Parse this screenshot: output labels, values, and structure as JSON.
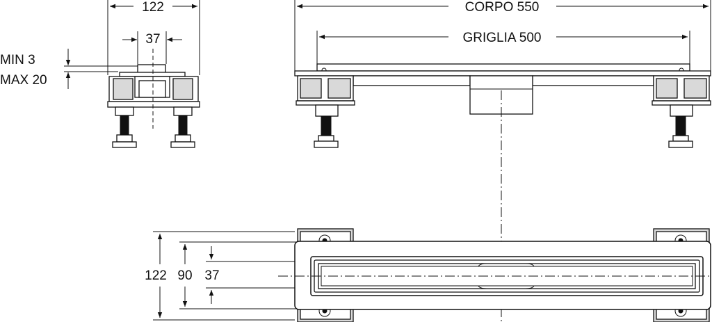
{
  "side_view": {
    "width_label": "122",
    "opening_label": "37",
    "min_label": "MIN 3",
    "max_label": "MAX 20"
  },
  "front_view": {
    "body_label": "CORPO 550",
    "grate_label": "GRIGLIA 500"
  },
  "top_view": {
    "overall_width_label": "122",
    "inner_width_label": "90",
    "slot_width_label": "37"
  }
}
